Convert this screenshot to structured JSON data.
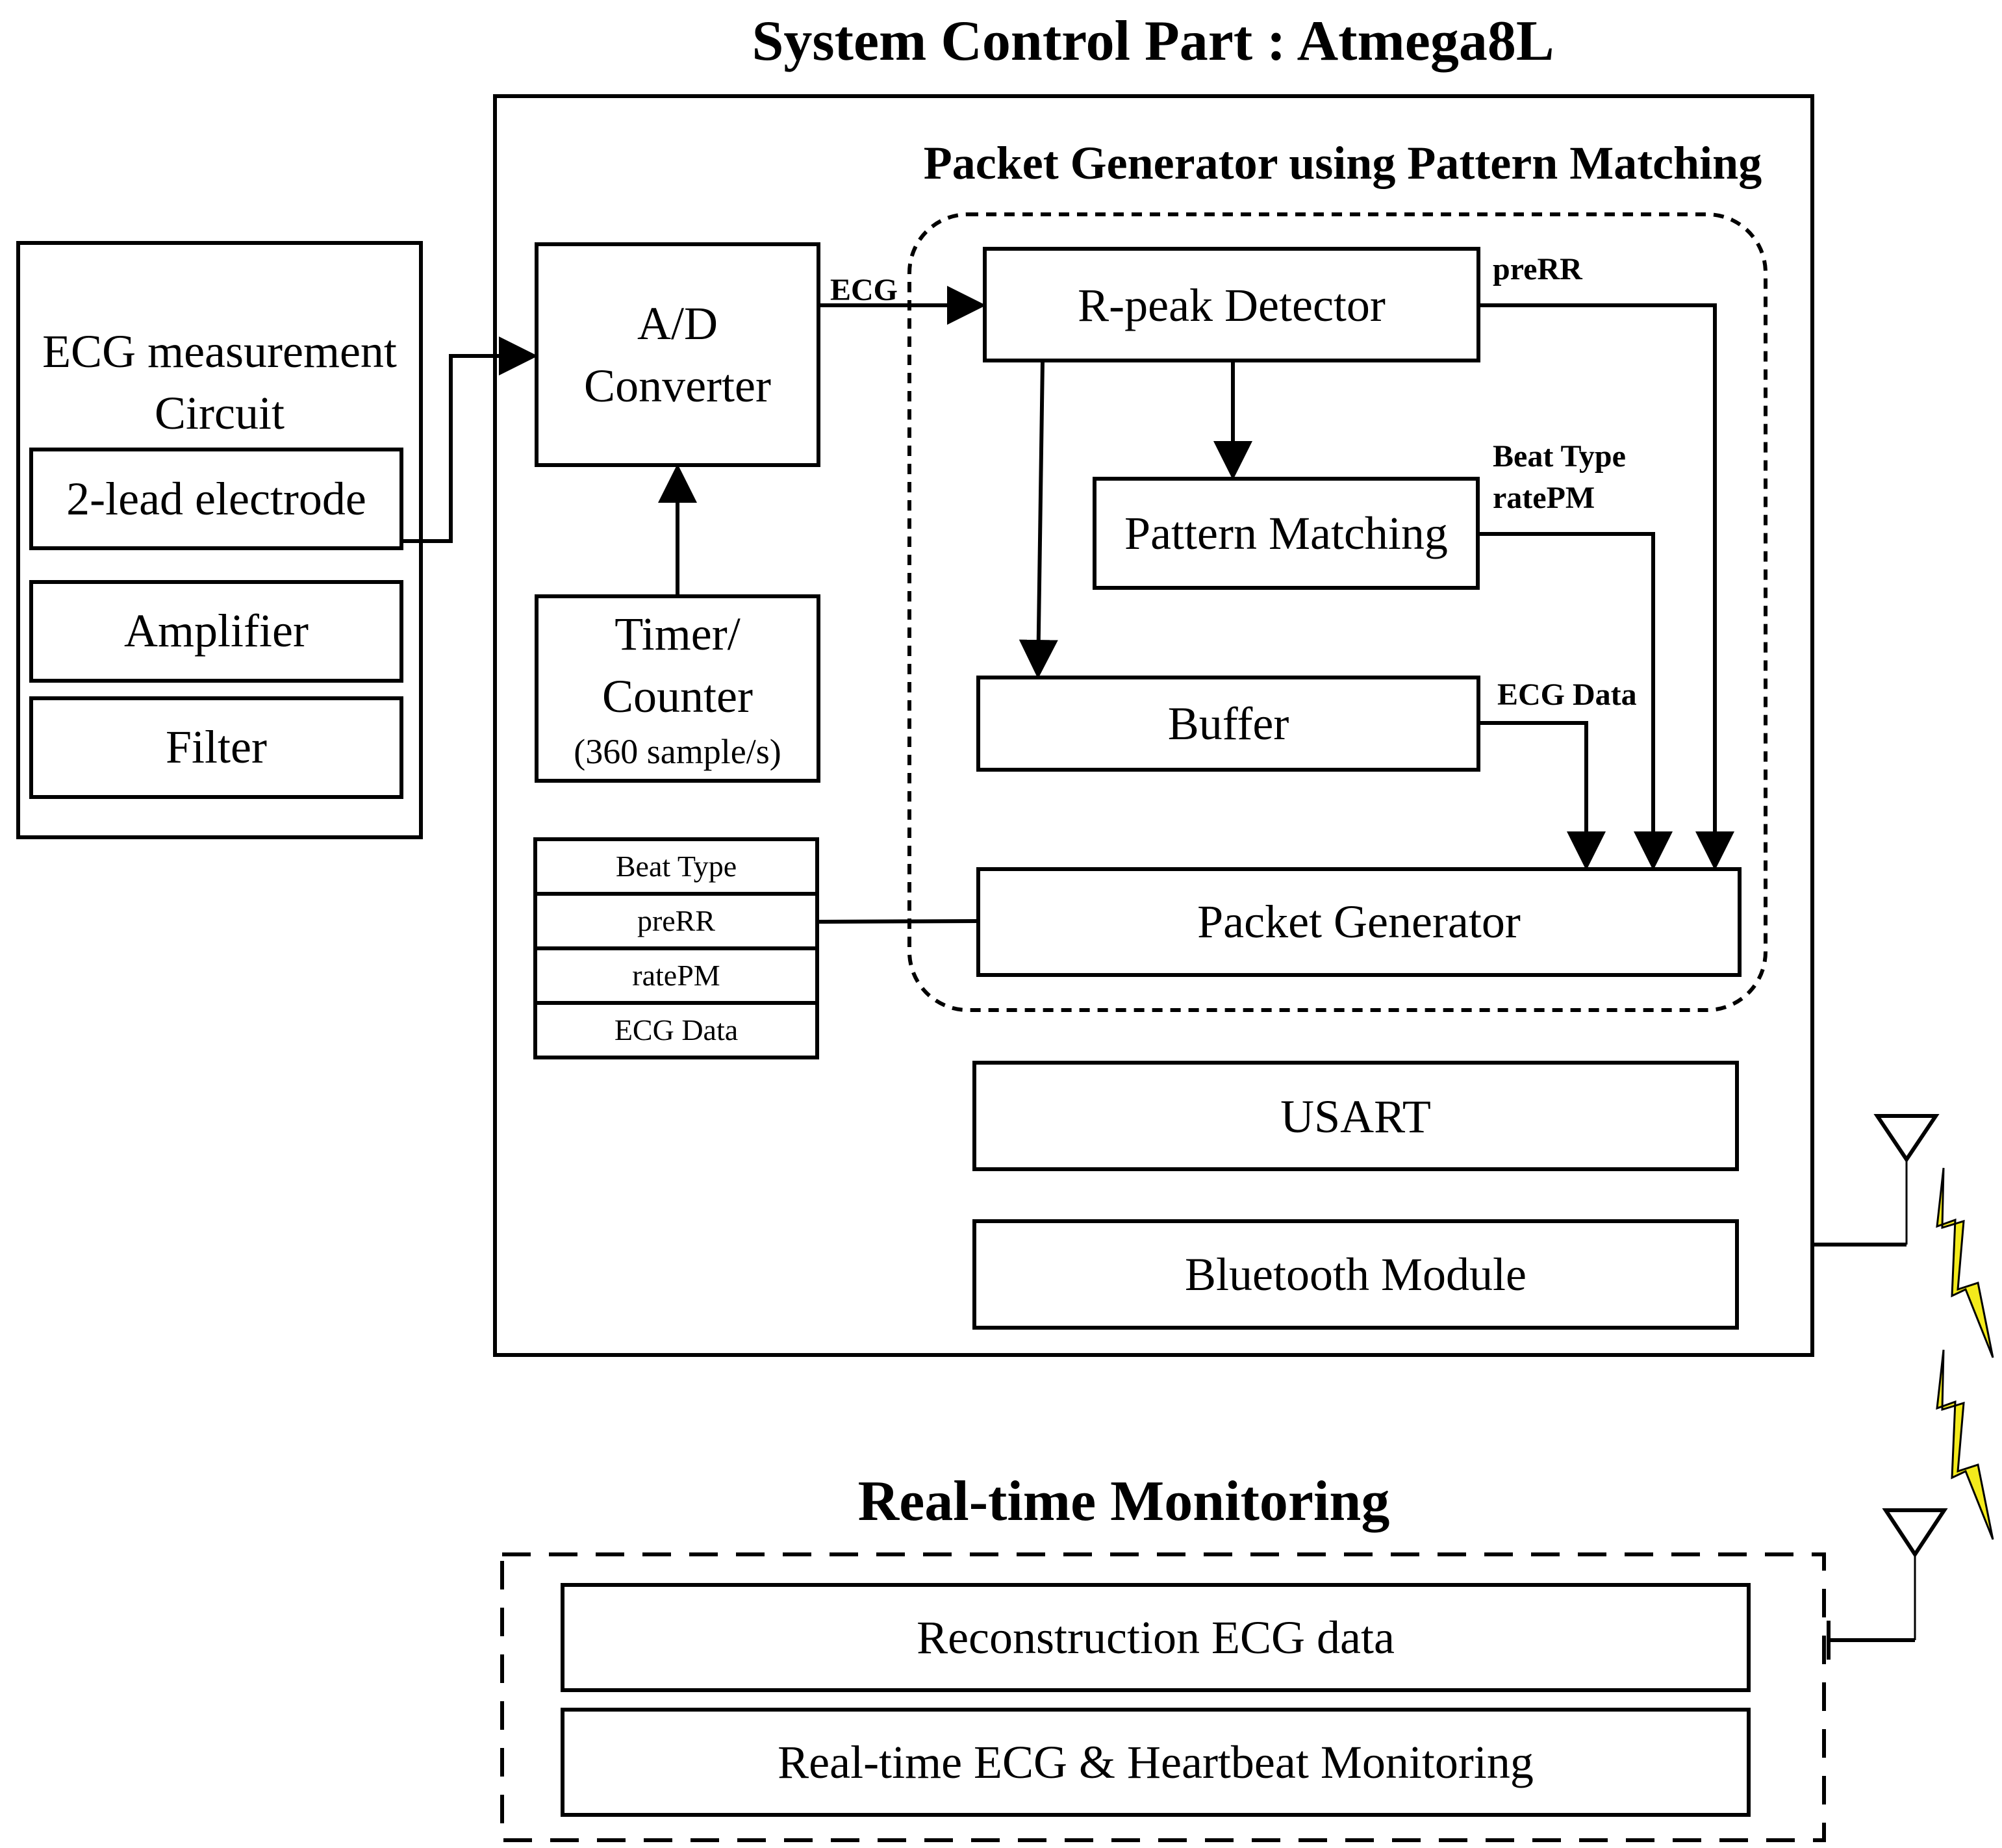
{
  "system": {
    "title": "System Control Part : Atmega8L",
    "packet_generator_title": "Packet Generator using Pattern Matching"
  },
  "ecg_circuit": {
    "label_line1": "ECG measurement",
    "label_line2": "Circuit",
    "electrode": "2-lead electrode",
    "amplifier": "Amplifier",
    "filter": "Filter"
  },
  "adc": {
    "line1": "A/D",
    "line2": "Converter"
  },
  "timer": {
    "line1": "Timer/",
    "line2": "Counter",
    "line3": "(360 sample/s)"
  },
  "blocks": {
    "rpeak": "R-peak Detector",
    "pattern": "Pattern Matching",
    "buffer": "Buffer",
    "packet": "Packet Generator",
    "usart": "USART",
    "bluetooth": "Bluetooth Module"
  },
  "signals": {
    "ecg": "ECG",
    "prerr": "preRR",
    "beat_type": "Beat Type",
    "ratepm": "ratePM",
    "ecg_data": "ECG Data"
  },
  "packet_fields": [
    "Beat Type",
    "preRR",
    "ratePM",
    "ECG Data"
  ],
  "monitoring": {
    "title": "Real-time Monitoring",
    "reconstruction": "Reconstruction ECG data",
    "realtime": "Real-time ECG & Heartbeat Monitoring"
  },
  "colors": {
    "lightning": "#f3ea1c"
  }
}
